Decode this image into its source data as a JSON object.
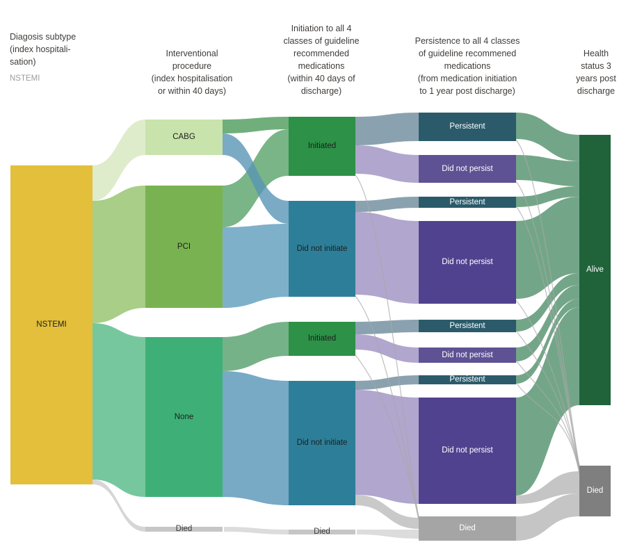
{
  "headers": {
    "col1": {
      "lines": [
        "Diagosis subtype",
        "(index hospitali-",
        "sation)"
      ],
      "subtitle": "NSTEMI"
    },
    "col2": {
      "lines": [
        "Interventional",
        "procedure",
        "(index hospitalisation",
        "or within 40 days)"
      ]
    },
    "col3": {
      "lines": [
        "Initiation to all 4",
        "classes of guideline",
        "recommended",
        "medications",
        "(within 40 days of",
        "discharge)"
      ]
    },
    "col4": {
      "lines": [
        "Persistence to all 4 classes",
        "of guideline recommened",
        "medications",
        "(from medication initiation",
        "to 1 year post discharge)"
      ]
    },
    "col5": {
      "lines": [
        "Health",
        "status 3",
        "years post",
        "discharge"
      ]
    }
  },
  "labels": {
    "nstemi": "NSTEMI",
    "cabg": "CABG",
    "pci": "PCI",
    "none": "None",
    "died": "Died",
    "initiated": "Initiated",
    "did_not_initiate": "Did not initiate",
    "persistent": "Persistent",
    "did_not_persist": "Did not persist",
    "alive": "Alive"
  },
  "colors": {
    "nstemi_gold": "#e3bf3b",
    "cabg_light_green": "#c8e3ab",
    "pci_green": "#79b351",
    "none_emerald": "#3eb077",
    "initiated_green": "#2d9147",
    "did_not_initiate_teal": "#2d7f99",
    "persistent_slate_teal": "#2b5b6b",
    "did_not_persist_purple": "#5e5295",
    "did_not_persist_dark_purple": "#514290",
    "alive_dark_green": "#20633a",
    "died_final_gray": "#7f7f7f",
    "died_stage_gray": "#a5a5a5",
    "died_bar_gray": "#c6c6c6",
    "flow_sage_green": "#6ba182",
    "flow_teal_gray": "#7d98a6",
    "flow_lavender": "#a89cc8"
  },
  "chart_data": {
    "type": "sankey",
    "note": "No numeric labels shown; values are approximate % of cohort estimated from band heights",
    "stages": [
      {
        "label": "Diagosis subtype (index hospitalisation)",
        "nodes": [
          {
            "id": "nstemi",
            "name": "NSTEMI",
            "approx_pct": 100
          }
        ]
      },
      {
        "label": "Interventional procedure (index hospitalisation or within 40 days)",
        "nodes": [
          {
            "id": "cabg",
            "name": "CABG",
            "approx_pct": 11
          },
          {
            "id": "pci",
            "name": "PCI",
            "approx_pct": 38
          },
          {
            "id": "none",
            "name": "None",
            "approx_pct": 50
          },
          {
            "id": "died2",
            "name": "Died",
            "approx_pct": 1.5
          }
        ]
      },
      {
        "label": "Initiation to all 4 classes of guideline recommended medications (within 40 days of discharge)",
        "nodes": [
          {
            "id": "init1",
            "name": "Initiated",
            "approx_pct": 18.5
          },
          {
            "id": "dni1",
            "name": "Did not initiate",
            "approx_pct": 30
          },
          {
            "id": "init2",
            "name": "Initiated",
            "approx_pct": 10.5
          },
          {
            "id": "dni2",
            "name": "Did not initiate",
            "approx_pct": 39
          },
          {
            "id": "died3",
            "name": "Died",
            "approx_pct": 1.5
          }
        ]
      },
      {
        "label": "Persistence to all 4 classes of guideline recommened medications (from medication initiation to 1 year post discharge)",
        "nodes": [
          {
            "id": "p1",
            "name": "Persistent",
            "approx_pct": 9
          },
          {
            "id": "dnp1",
            "name": "Did not persist",
            "approx_pct": 8.5
          },
          {
            "id": "p2",
            "name": "Persistent",
            "approx_pct": 3.5
          },
          {
            "id": "dnp2",
            "name": "Did not persist",
            "approx_pct": 26
          },
          {
            "id": "p3",
            "name": "Persistent",
            "approx_pct": 4
          },
          {
            "id": "dnp3",
            "name": "Did not persist",
            "approx_pct": 5
          },
          {
            "id": "p4",
            "name": "Persistent",
            "approx_pct": 3
          },
          {
            "id": "dnp4",
            "name": "Did not persist",
            "approx_pct": 33.5
          },
          {
            "id": "died4",
            "name": "Died",
            "approx_pct": 7.5
          }
        ]
      },
      {
        "label": "Health status 3 years post discharge",
        "nodes": [
          {
            "id": "alive",
            "name": "Alive",
            "approx_pct": 84
          },
          {
            "id": "died5",
            "name": "Died",
            "approx_pct": 16
          }
        ]
      }
    ],
    "links": [
      {
        "source": "nstemi",
        "target": "cabg",
        "approx_pct": 11
      },
      {
        "source": "nstemi",
        "target": "pci",
        "approx_pct": 38
      },
      {
        "source": "nstemi",
        "target": "none",
        "approx_pct": 50
      },
      {
        "source": "nstemi",
        "target": "died2",
        "approx_pct": 1.5
      },
      {
        "source": "cabg",
        "target": "init1",
        "approx_pct": 4.5
      },
      {
        "source": "cabg",
        "target": "dni1",
        "approx_pct": 7
      },
      {
        "source": "pci",
        "target": "init1",
        "approx_pct": 14
      },
      {
        "source": "pci",
        "target": "dni1",
        "approx_pct": 24
      },
      {
        "source": "none",
        "target": "init2",
        "approx_pct": 10.5
      },
      {
        "source": "none",
        "target": "dni2",
        "approx_pct": 39
      },
      {
        "source": "died2",
        "target": "died3",
        "approx_pct": 1.5
      },
      {
        "source": "init1",
        "target": "p1",
        "approx_pct": 9
      },
      {
        "source": "init1",
        "target": "dnp1",
        "approx_pct": 8.5
      },
      {
        "source": "init1",
        "target": "died4",
        "approx_pct": 0.5
      },
      {
        "source": "dni1",
        "target": "p2",
        "approx_pct": 3.5
      },
      {
        "source": "dni1",
        "target": "dnp2",
        "approx_pct": 26
      },
      {
        "source": "dni1",
        "target": "died4",
        "approx_pct": 0.5
      },
      {
        "source": "init2",
        "target": "p3",
        "approx_pct": 4
      },
      {
        "source": "init2",
        "target": "dnp3",
        "approx_pct": 5
      },
      {
        "source": "init2",
        "target": "died4",
        "approx_pct": 1
      },
      {
        "source": "dni2",
        "target": "p4",
        "approx_pct": 3
      },
      {
        "source": "dni2",
        "target": "dnp4",
        "approx_pct": 33
      },
      {
        "source": "dni2",
        "target": "died4",
        "approx_pct": 3
      },
      {
        "source": "died3",
        "target": "died4",
        "approx_pct": 1.5
      },
      {
        "source": "p1",
        "target": "alive",
        "approx_pct": 8.5
      },
      {
        "source": "p1",
        "target": "died5",
        "approx_pct": 0.5
      },
      {
        "source": "dnp1",
        "target": "alive",
        "approx_pct": 8
      },
      {
        "source": "dnp1",
        "target": "died5",
        "approx_pct": 0.5
      },
      {
        "source": "p2",
        "target": "alive",
        "approx_pct": 3.3
      },
      {
        "source": "p2",
        "target": "died5",
        "approx_pct": 0.2
      },
      {
        "source": "dnp2",
        "target": "alive",
        "approx_pct": 24
      },
      {
        "source": "dnp2",
        "target": "died5",
        "approx_pct": 2
      },
      {
        "source": "p3",
        "target": "alive",
        "approx_pct": 3.8
      },
      {
        "source": "p3",
        "target": "died5",
        "approx_pct": 0.2
      },
      {
        "source": "dnp3",
        "target": "alive",
        "approx_pct": 4.5
      },
      {
        "source": "dnp3",
        "target": "died5",
        "approx_pct": 0.5
      },
      {
        "source": "p4",
        "target": "alive",
        "approx_pct": 2.7
      },
      {
        "source": "p4",
        "target": "died5",
        "approx_pct": 0.3
      },
      {
        "source": "dnp4",
        "target": "alive",
        "approx_pct": 31
      },
      {
        "source": "dnp4",
        "target": "died5",
        "approx_pct": 2.5
      },
      {
        "source": "died4",
        "target": "died5",
        "approx_pct": 7.5
      }
    ]
  }
}
